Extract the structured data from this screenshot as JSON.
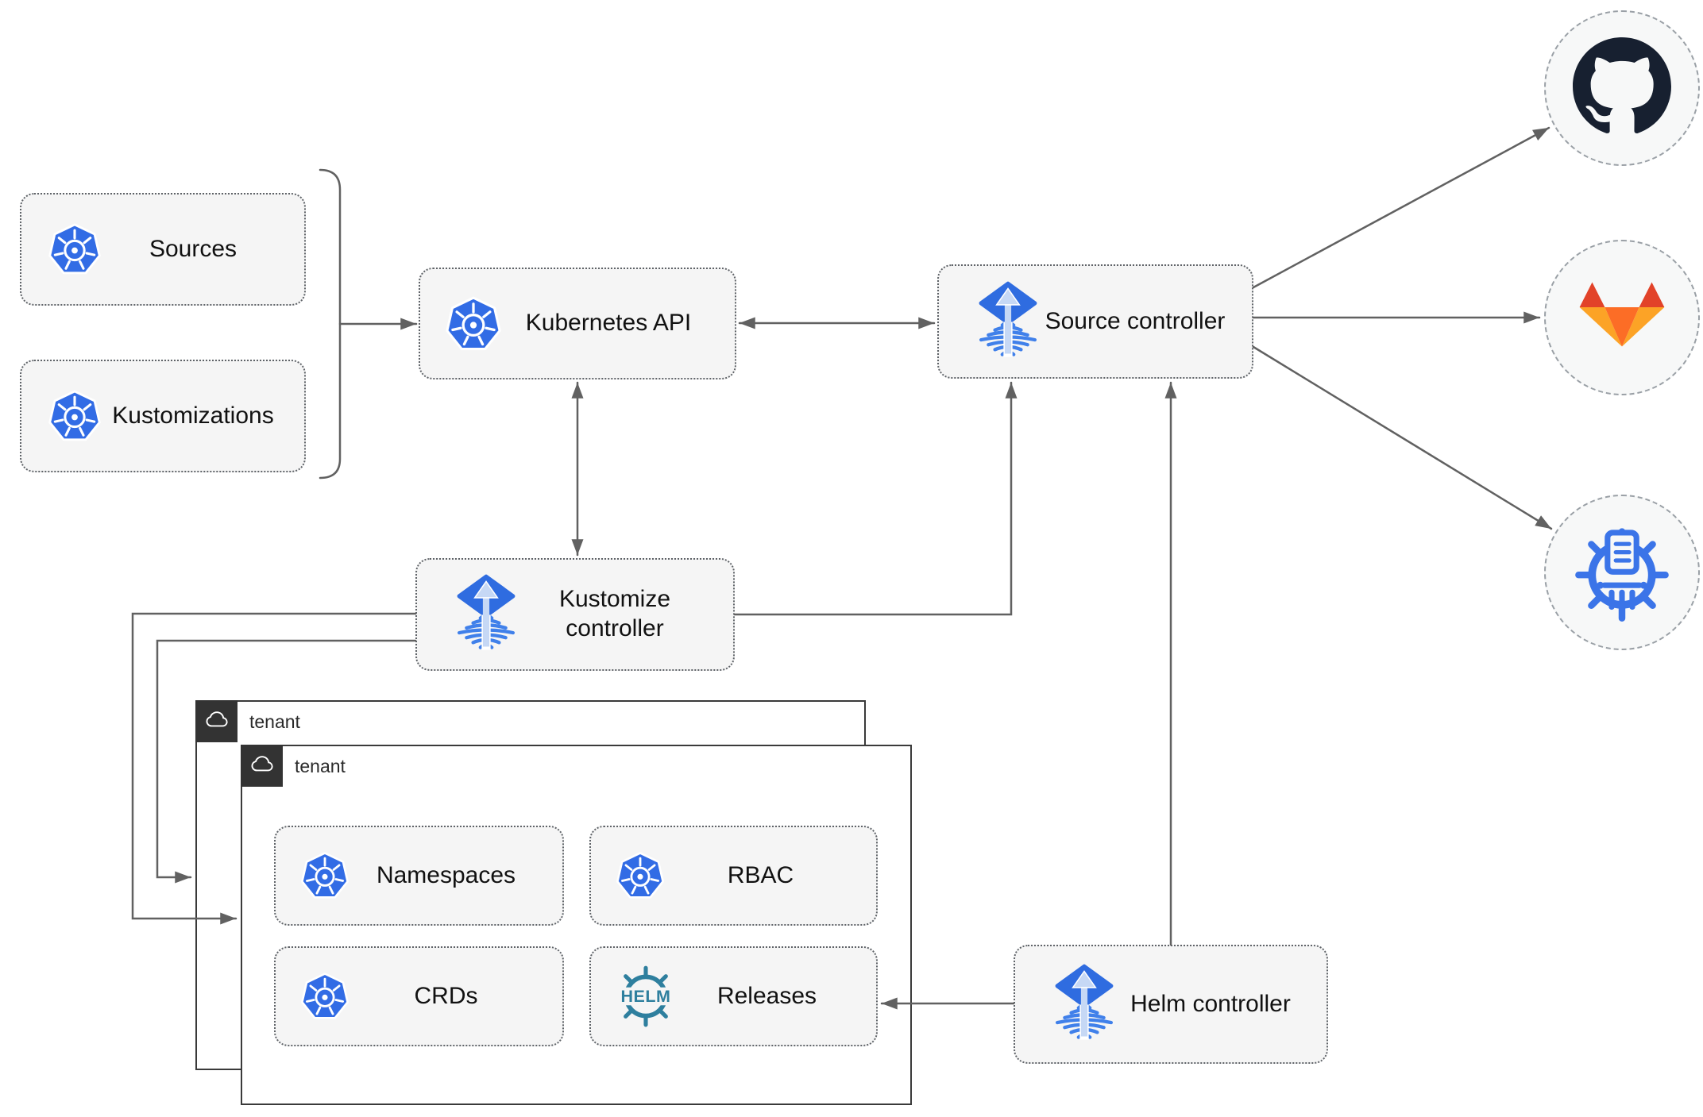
{
  "colors": {
    "canvas": "#ffffff",
    "node_fill": "#f5f5f5",
    "node_border": "#5f6368",
    "label_text": "#111111",
    "connector": "#616161",
    "k8s_blue": "#326ce5",
    "flux_blue": "#2f6ce0",
    "flux_arrow_light": "#c6d8f5",
    "flux_stripe": "#4080ea",
    "helm_teal": "#2e7f9e",
    "tenant_dark": "#333333",
    "tenant_border": "#3a3a3a",
    "github_dark": "#172030",
    "gitlab_red": "#e24329",
    "gitlab_orange": "#fc6d26",
    "gitlab_amber": "#fca326",
    "chartmuseum_blue": "#3b74e8",
    "circle_fill": "#f7f8f8",
    "circle_border": "#9aa0a6"
  },
  "nodes": {
    "sources": {
      "label": "Sources",
      "icon": "kubernetes-icon"
    },
    "kustomizations": {
      "label": "Kustomizations",
      "icon": "kubernetes-icon"
    },
    "kubernetes_api": {
      "label": "Kubernetes API",
      "icon": "kubernetes-icon"
    },
    "source_controller": {
      "label": "Source controller",
      "icon": "flux-icon"
    },
    "kustomize_controller": {
      "label": "Kustomize controller",
      "icon": "flux-icon"
    },
    "helm_controller": {
      "label": "Helm controller",
      "icon": "flux-icon"
    },
    "namespaces": {
      "label": "Namespaces",
      "icon": "kubernetes-icon"
    },
    "rbac": {
      "label": "RBAC",
      "icon": "kubernetes-icon"
    },
    "crds": {
      "label": "CRDs",
      "icon": "kubernetes-icon"
    },
    "releases": {
      "label": "Releases",
      "icon": "helm-icon"
    }
  },
  "helm_icon_text": "HELM",
  "tenants": {
    "back": {
      "label": "tenant",
      "icon": "cloud-icon"
    },
    "front": {
      "label": "tenant",
      "icon": "cloud-icon"
    }
  },
  "remotes": [
    {
      "icon": "github-icon"
    },
    {
      "icon": "gitlab-icon"
    },
    {
      "icon": "chartmuseum-icon"
    }
  ]
}
